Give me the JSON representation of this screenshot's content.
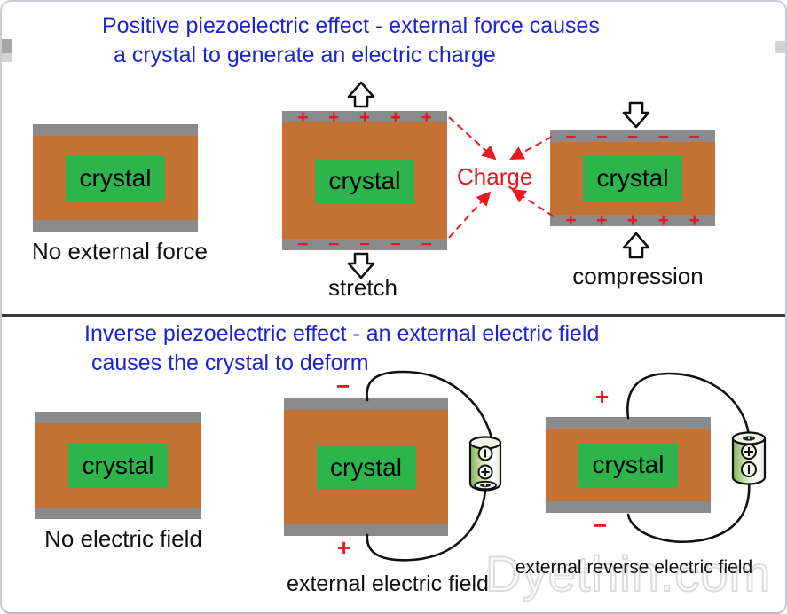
{
  "top_panel": {
    "title_line1": "Positive piezoelectric effect - external force causes",
    "title_line2": "a crystal to generate an electric charge",
    "left": {
      "caption": "No external force"
    },
    "middle": {
      "caption": "stretch",
      "top_signs": [
        "+",
        "+",
        "+",
        "+",
        "+"
      ],
      "bottom_signs": [
        "−",
        "−",
        "−",
        "−",
        "−"
      ]
    },
    "right": {
      "caption": "compression",
      "top_signs": [
        "−",
        "−",
        "−",
        "−",
        "−"
      ],
      "bottom_signs": [
        "+",
        "+",
        "+",
        "+",
        "+"
      ]
    },
    "charge_label": "Charge"
  },
  "bottom_panel": {
    "title_line1": "Inverse piezoelectric effect - an external electric field",
    "title_line2": "causes the crystal to deform",
    "left": {
      "caption": "No electric field"
    },
    "middle": {
      "caption": "external electric field",
      "top_sign": "−",
      "bottom_sign": "+"
    },
    "right": {
      "caption": "external reverse electric field",
      "top_sign": "+",
      "bottom_sign": "−"
    }
  },
  "labels": {
    "crystal": "crystal"
  },
  "watermark": "Dyethin.com",
  "colors": {
    "title_blue": "#1c23cf",
    "sign_red": "#e8191c",
    "crystal_orange": "#c47134",
    "label_green": "#2db44c",
    "plate_gray": "#8b8b8b"
  }
}
